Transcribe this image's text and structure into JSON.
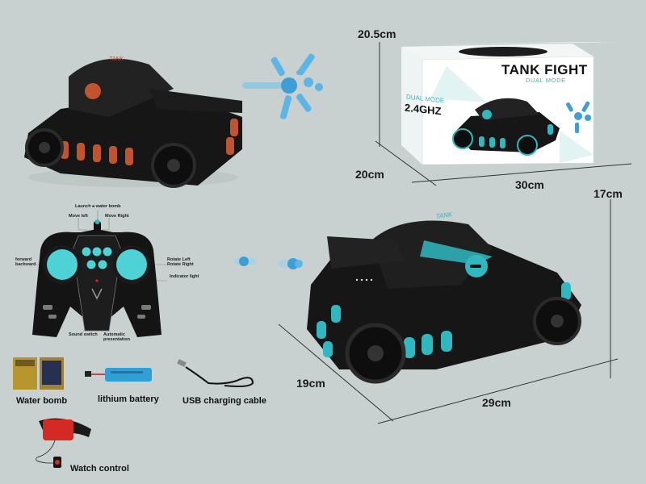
{
  "box": {
    "brand_title": "TANK FIGHT",
    "brand_subtitle": "DUAL MODE",
    "side_mode": "DUAL MODE",
    "side_freq": "2.4GHZ",
    "dimensions": {
      "height": "20.5cm",
      "depth": "20cm",
      "width": "30cm"
    }
  },
  "tank": {
    "logo_text": "TANK",
    "dimensions": {
      "height": "17cm",
      "depth": "19cm",
      "length": "29cm"
    },
    "colors": {
      "body": "#161616",
      "accent_blue": "#2fb8c0",
      "accent_orange": "#c0542e"
    }
  },
  "remote": {
    "labels": {
      "launch": "Launch a water bomb",
      "move_left": "Move left",
      "move_right": "Move Right",
      "forward_backward": [
        "forward",
        "backward"
      ],
      "rotate": [
        "Rotate Left",
        "Rotate Right"
      ],
      "indicator": "Indicator light",
      "sound_switch": "Sound switch",
      "automatic": [
        "Automatic",
        "presentation"
      ]
    }
  },
  "accessories": {
    "water_bomb": "Water bomb",
    "battery": "lithium battery",
    "usb_cable": "USB charging cable",
    "watch": "Watch control"
  }
}
